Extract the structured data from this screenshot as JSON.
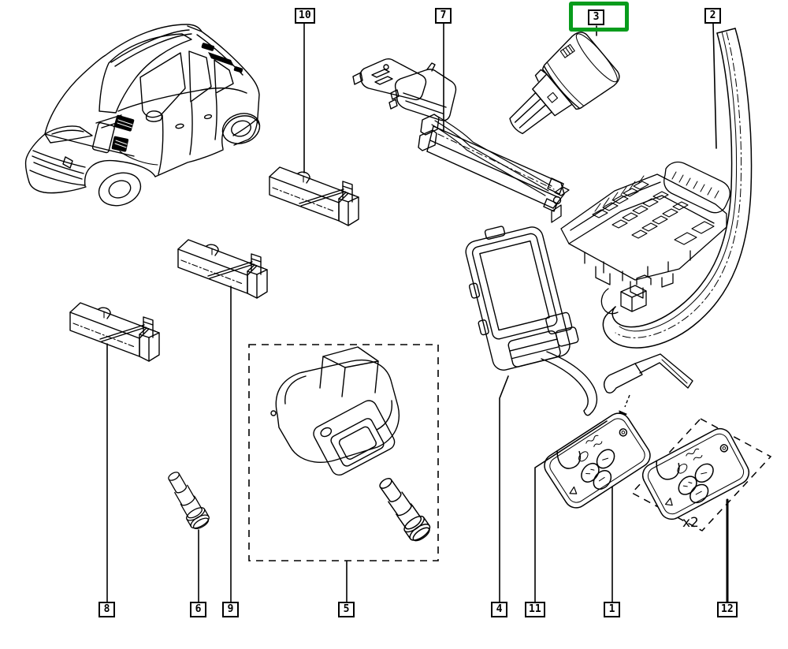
{
  "page": {
    "background_color": "#ffffff",
    "line_color": "#000000"
  },
  "selection": {
    "selected_part": "3",
    "highlight_color": "#089c1c"
  },
  "callouts": {
    "n10": {
      "label": "10"
    },
    "n7": {
      "label": "7"
    },
    "n3": {
      "label": "3"
    },
    "n2": {
      "label": "2"
    },
    "n8": {
      "label": "8"
    },
    "n6": {
      "label": "6"
    },
    "n9": {
      "label": "9"
    },
    "n5": {
      "label": "5"
    },
    "n4": {
      "label": "4"
    },
    "n11": {
      "label": "11"
    },
    "n1": {
      "label": "1"
    },
    "n12": {
      "label": "12"
    }
  },
  "annotations": {
    "quantity": "x2"
  }
}
